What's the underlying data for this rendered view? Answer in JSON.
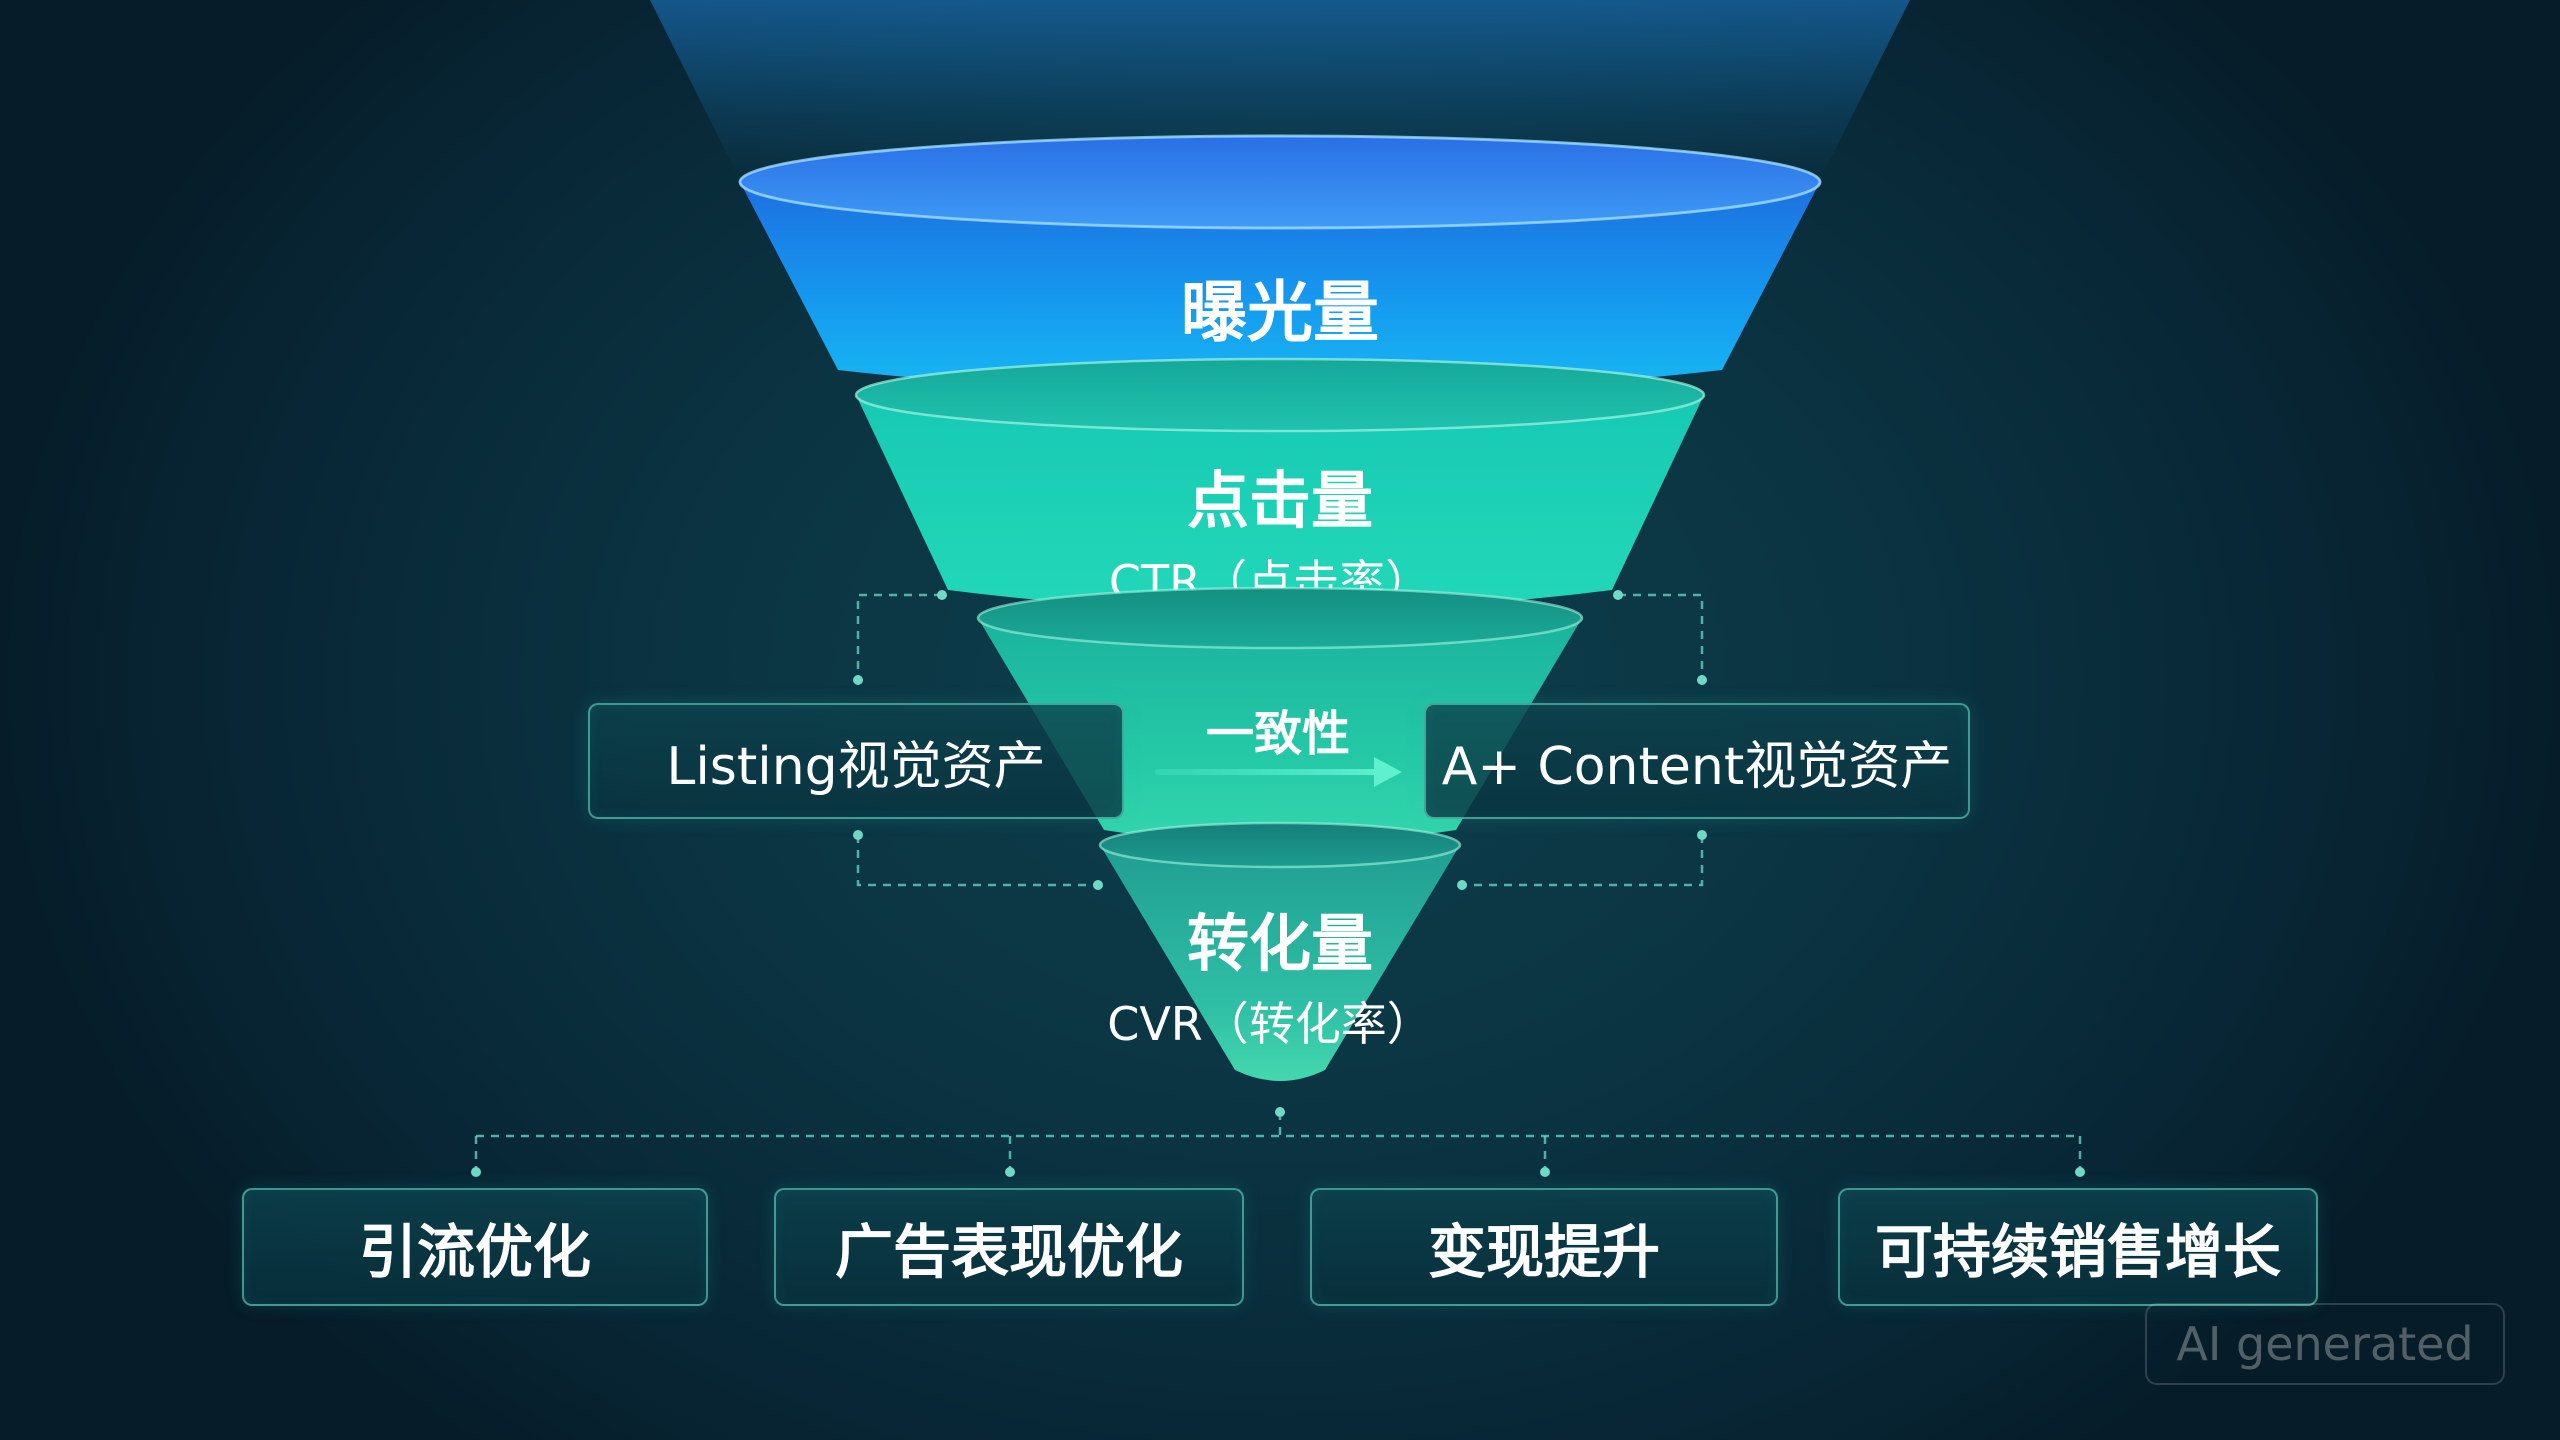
{
  "funnel": {
    "stages": [
      {
        "title": "曝光量",
        "subtitle": ""
      },
      {
        "title": "点击量",
        "subtitle": "CTR（点击率）"
      },
      {
        "title": "",
        "subtitle": ""
      },
      {
        "title": "转化量",
        "subtitle": "CVR（转化率）"
      }
    ]
  },
  "assets": {
    "left_label": "Listing视觉资产",
    "right_label": "A+ Content视觉资产",
    "link_label": "一致性"
  },
  "outcomes": [
    "引流优化",
    "广告表现优化",
    "变现提升",
    "可持续销售增长"
  ],
  "watermark": "AI generated",
  "colors": {
    "background": "#0b3442",
    "stage1": "#1aa8f0",
    "stage2": "#1fd6b6",
    "stage3": "#2cc9a8",
    "stage4": "#3ccfa8",
    "accent": "#5ee8cc",
    "connector": "#6fd8c6"
  }
}
